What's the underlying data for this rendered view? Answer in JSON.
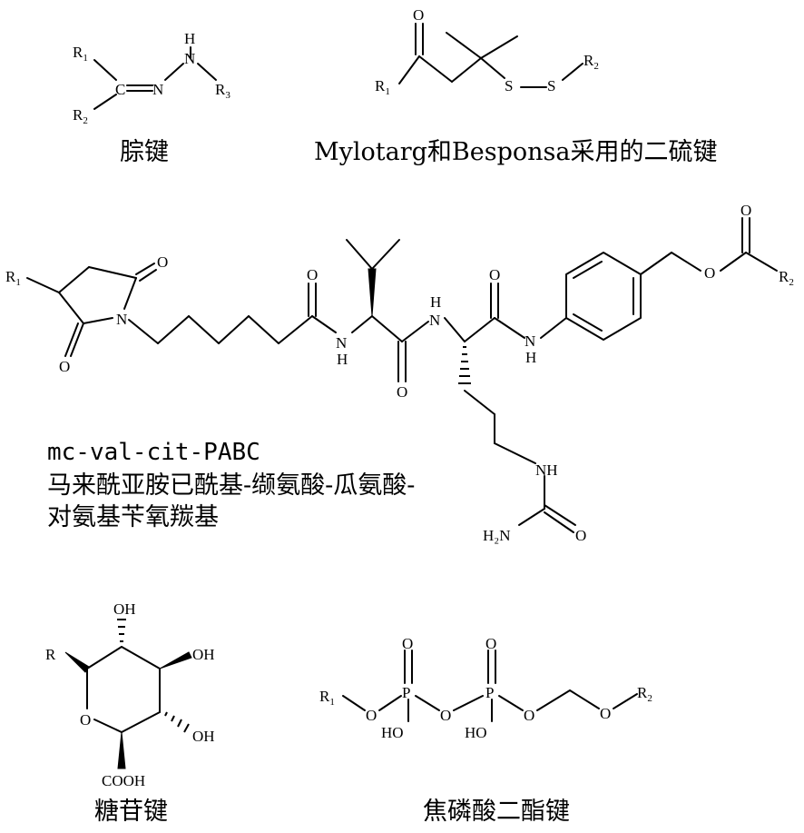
{
  "captions": {
    "hydrazone": "腙键",
    "disulfide": "Mylotarg和Besponsa采用的二硫键",
    "mc_code": "mc-val-cit-PABC",
    "mc_line1": "马来酰亚胺已酰基-缬氨酸-瓜氨酸-",
    "mc_line2": "对氨基苄氧羰基",
    "glucuronide": "糖苷键",
    "pyrophosphate": "焦磷酸二酯键"
  },
  "atoms": {
    "R": "R",
    "C": "C",
    "N": "N",
    "H": "H",
    "O": "O",
    "S": "S",
    "P": "P",
    "OH": "OH",
    "HO": "HO",
    "NH": "NH",
    "H2N": "H₂N",
    "COOH": "COOH",
    "sub1": "1",
    "sub2": "2",
    "sub3": "3"
  }
}
